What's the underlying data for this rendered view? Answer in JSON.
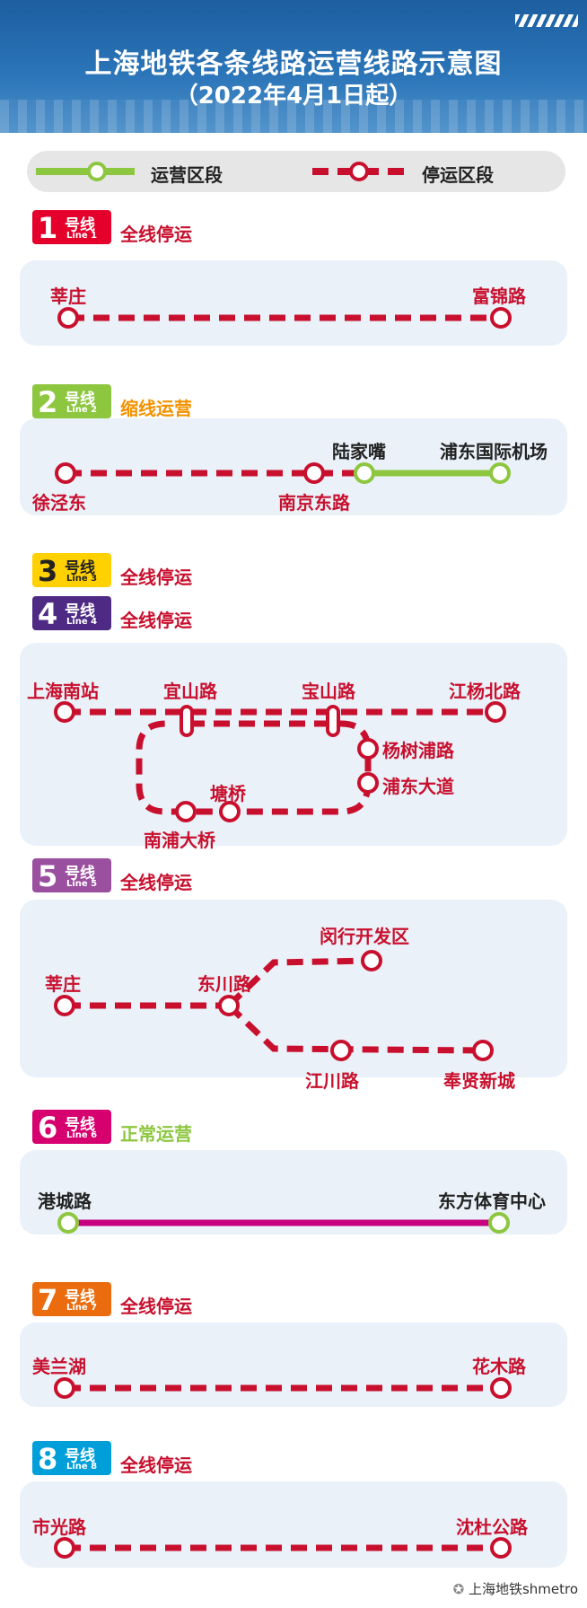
{
  "header": {
    "title": "上海地铁各条线路运营线路示意图",
    "subtitle": "（2022年4月1日起）"
  },
  "legend": {
    "operating": "运营区段",
    "suspended": "停运区段"
  },
  "colors": {
    "operating": "#8dc63f",
    "suspended": "#c8102e",
    "line6": "#c7007d"
  },
  "lines": [
    {
      "num": "1",
      "hao": "号线",
      "en": "Line 1",
      "color": "#e4002b",
      "status": "全线停运",
      "status_color": "#c8102e",
      "stations": [
        "莘庄",
        "富锦路"
      ]
    },
    {
      "num": "2",
      "hao": "号线",
      "en": "Line 2",
      "color": "#8dc63f",
      "status": "缩线运营",
      "status_color": "#f39200",
      "stations": [
        "徐泾东",
        "南京东路",
        "陆家嘴",
        "浦东国际机场"
      ]
    },
    {
      "num": "3",
      "hao": "号线",
      "en": "Line 3",
      "color": "#ffd100",
      "status": "全线停运",
      "status_color": "#c8102e",
      "stations": []
    },
    {
      "num": "4",
      "hao": "号线",
      "en": "Line 4",
      "color": "#4e2a84",
      "status": "全线停运",
      "status_color": "#c8102e",
      "stations": [
        "上海南站",
        "宜山路",
        "宝山路",
        "江杨北路",
        "杨树浦路",
        "浦东大道",
        "塘桥",
        "南浦大桥"
      ]
    },
    {
      "num": "5",
      "hao": "号线",
      "en": "Line 5",
      "color": "#9b4f9f",
      "status": "全线停运",
      "status_color": "#c8102e",
      "stations": [
        "莘庄",
        "东川路",
        "闵行开发区",
        "江川路",
        "奉贤新城"
      ]
    },
    {
      "num": "6",
      "hao": "号线",
      "en": "Line 6",
      "color": "#d6006f",
      "status": "正常运营",
      "status_color": "#8dc63f",
      "stations": [
        "港城路",
        "东方体育中心"
      ]
    },
    {
      "num": "7",
      "hao": "号线",
      "en": "Line 7",
      "color": "#ea6c0e",
      "status": "全线停运",
      "status_color": "#c8102e",
      "stations": [
        "美兰湖",
        "花木路"
      ]
    },
    {
      "num": "8",
      "hao": "号线",
      "en": "Line 8",
      "color": "#009fda",
      "status": "全线停运",
      "status_color": "#c8102e",
      "stations": [
        "市光路",
        "沈杜公路"
      ]
    }
  ],
  "footer": {
    "text": "上海地铁shmetro"
  }
}
